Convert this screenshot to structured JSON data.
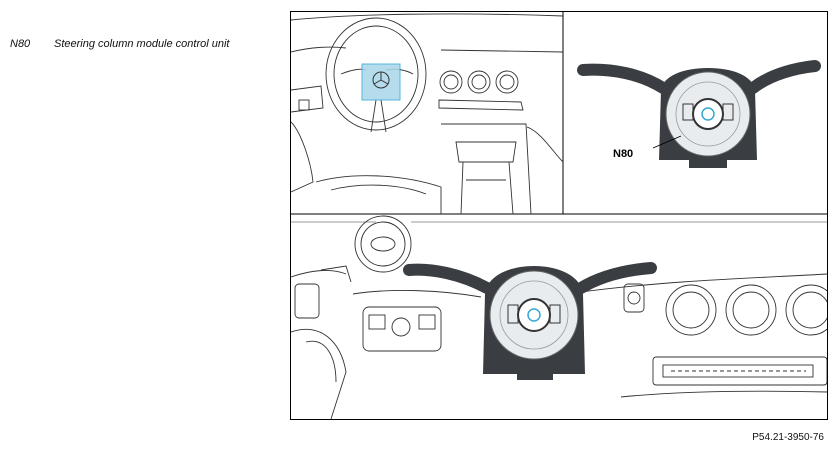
{
  "legend": {
    "code": "N80",
    "description": "Steering column module control unit"
  },
  "callout": {
    "label": "N80"
  },
  "figure_id": "P54.21-3950-76",
  "colors": {
    "highlight": "#a9d7ea",
    "module_dark": "#3a3d42",
    "module_light": "#e8ecef",
    "accent": "#37a7d3"
  }
}
